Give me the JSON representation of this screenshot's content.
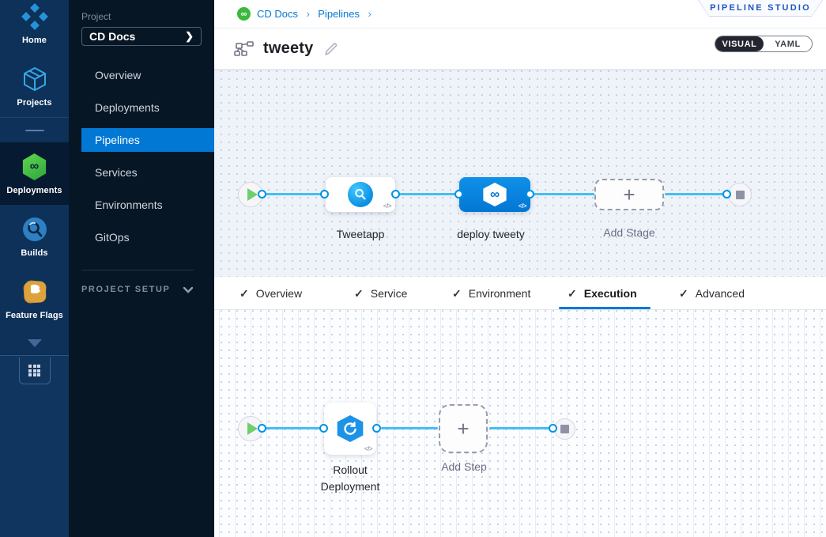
{
  "colors": {
    "accent": "#0278d5",
    "edge_blue": "#47bdf4",
    "selected_node": "#0b86dc",
    "rail_bg": "#0d3158",
    "panel_bg": "#071625",
    "badge_text": "#1e56c0",
    "deploy_green": "#3cb83c"
  },
  "rail": {
    "items": [
      {
        "label": "Home",
        "icon": "home-icon"
      },
      {
        "label": "Projects",
        "icon": "cube-icon"
      },
      {
        "label": "Deployments",
        "icon": "cd-hexagon-icon"
      },
      {
        "label": "Builds",
        "icon": "build-search-icon"
      },
      {
        "label": "Feature Flags",
        "icon": "flag-icon"
      }
    ],
    "active_module": "Deployments"
  },
  "panel": {
    "project_label": "Project",
    "project_name": "CD Docs",
    "project_chevron": "❯",
    "items": [
      {
        "label": "Overview"
      },
      {
        "label": "Deployments"
      },
      {
        "label": "Pipelines"
      },
      {
        "label": "Services"
      },
      {
        "label": "Environments"
      },
      {
        "label": "GitOps"
      }
    ],
    "active_item": "Pipelines",
    "setup_label": "PROJECT SETUP"
  },
  "header": {
    "breadcrumb": {
      "crumb1": "CD Docs",
      "crumb2": "Pipelines",
      "separator": "›"
    },
    "studio_badge": "PIPELINE STUDIO",
    "pipeline_title": "tweety",
    "view_toggle": {
      "visual": "VISUAL",
      "yaml": "YAML",
      "selected": "VISUAL"
    }
  },
  "stage_pipeline": {
    "stage1_label": "Tweetapp",
    "stage2_label": "deploy tweety",
    "add_label": "Add Stage",
    "selected_stage": "deploy tweety",
    "code_glyph": "</>",
    "plus_glyph": "+",
    "infinity_glyph": "∞"
  },
  "tabs": {
    "check_glyph": "✓",
    "items": [
      {
        "label": "Overview"
      },
      {
        "label": "Service"
      },
      {
        "label": "Environment"
      },
      {
        "label": "Execution"
      },
      {
        "label": "Advanced"
      }
    ],
    "active_tab": "Execution"
  },
  "step_pipeline": {
    "step1_label": "Rollout Deployment",
    "add_label": "Add Step",
    "code_glyph": "</>",
    "plus_glyph": "+"
  }
}
